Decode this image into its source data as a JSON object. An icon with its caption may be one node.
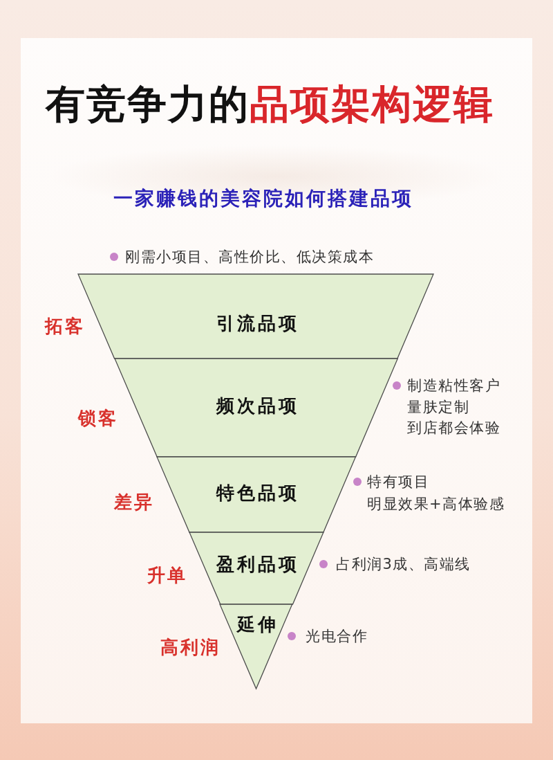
{
  "diagram": {
    "title": "有竞争力的**品项架构逻辑**",
    "nodes": [
      {
        "text": [
          "引流品项"
        ],
        "beside": [
          "拓客",
          "刚需小项目、高性价比、低决策成本"
        ]
      },
      {
        "text": [
          "频次品项"
        ],
        "beside": [
          "锁客",
          "制造粘性客户",
          "量肤定制",
          "到店都会体验"
        ]
      },
      {
        "text": [
          "特色品项"
        ],
        "beside": [
          "差异",
          "特有项目",
          "明显效果+高体验感"
        ]
      },
      {
        "text": [
          "盈利品项"
        ],
        "beside": [
          "升单",
          "占利润3成、高端线"
        ]
      },
      {
        "text": [
          "延伸"
        ],
        "beside": [
          "高利润",
          "光电合作"
        ]
      }
    ],
    "labels": [
      "一家赚钱的美容院如何搭建品项"
    ]
  }
}
